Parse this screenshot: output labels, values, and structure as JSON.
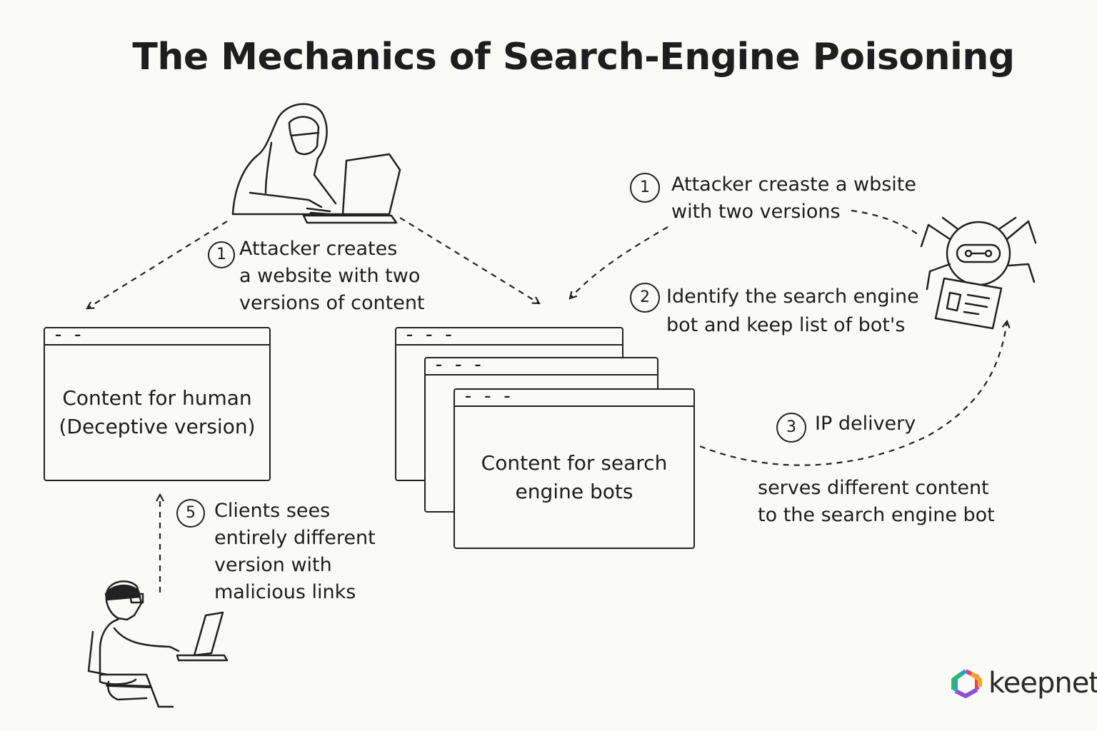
{
  "title": "The Mechanics of Search-Engine Poisoning",
  "steps": {
    "left_step1": {
      "number": "1",
      "lines": [
        "Attacker creates",
        "a website with two",
        "versions of content"
      ]
    },
    "right_step1": {
      "number": "1",
      "lines": [
        "Attacker creaste a wbsite",
        "with two versions"
      ]
    },
    "step2": {
      "number": "2",
      "lines": [
        "Identify the search engine",
        "bot and keep list of bot's"
      ]
    },
    "step3": {
      "number": "3",
      "label": "IP delivery",
      "lines": [
        "serves different content",
        "to the search engine bot"
      ]
    },
    "step5": {
      "number": "5",
      "lines": [
        "Clients sees",
        "entirely different",
        "version with",
        "malicious links"
      ]
    }
  },
  "windows": {
    "human": {
      "tab": "– –",
      "lines": [
        "Content for human",
        "(Deceptive version)"
      ]
    },
    "bots": {
      "tab": "– – –",
      "lines": [
        "Content for search",
        "engine bots"
      ]
    }
  },
  "actors": {
    "attacker": "hooded-attacker-laptop-illustration",
    "client": "user-at-laptop-illustration",
    "bot": "spider-robot-illustration"
  },
  "logo": {
    "text": "keepnet"
  },
  "colors": {
    "ink": "#222222",
    "background": "#fafaf7"
  }
}
